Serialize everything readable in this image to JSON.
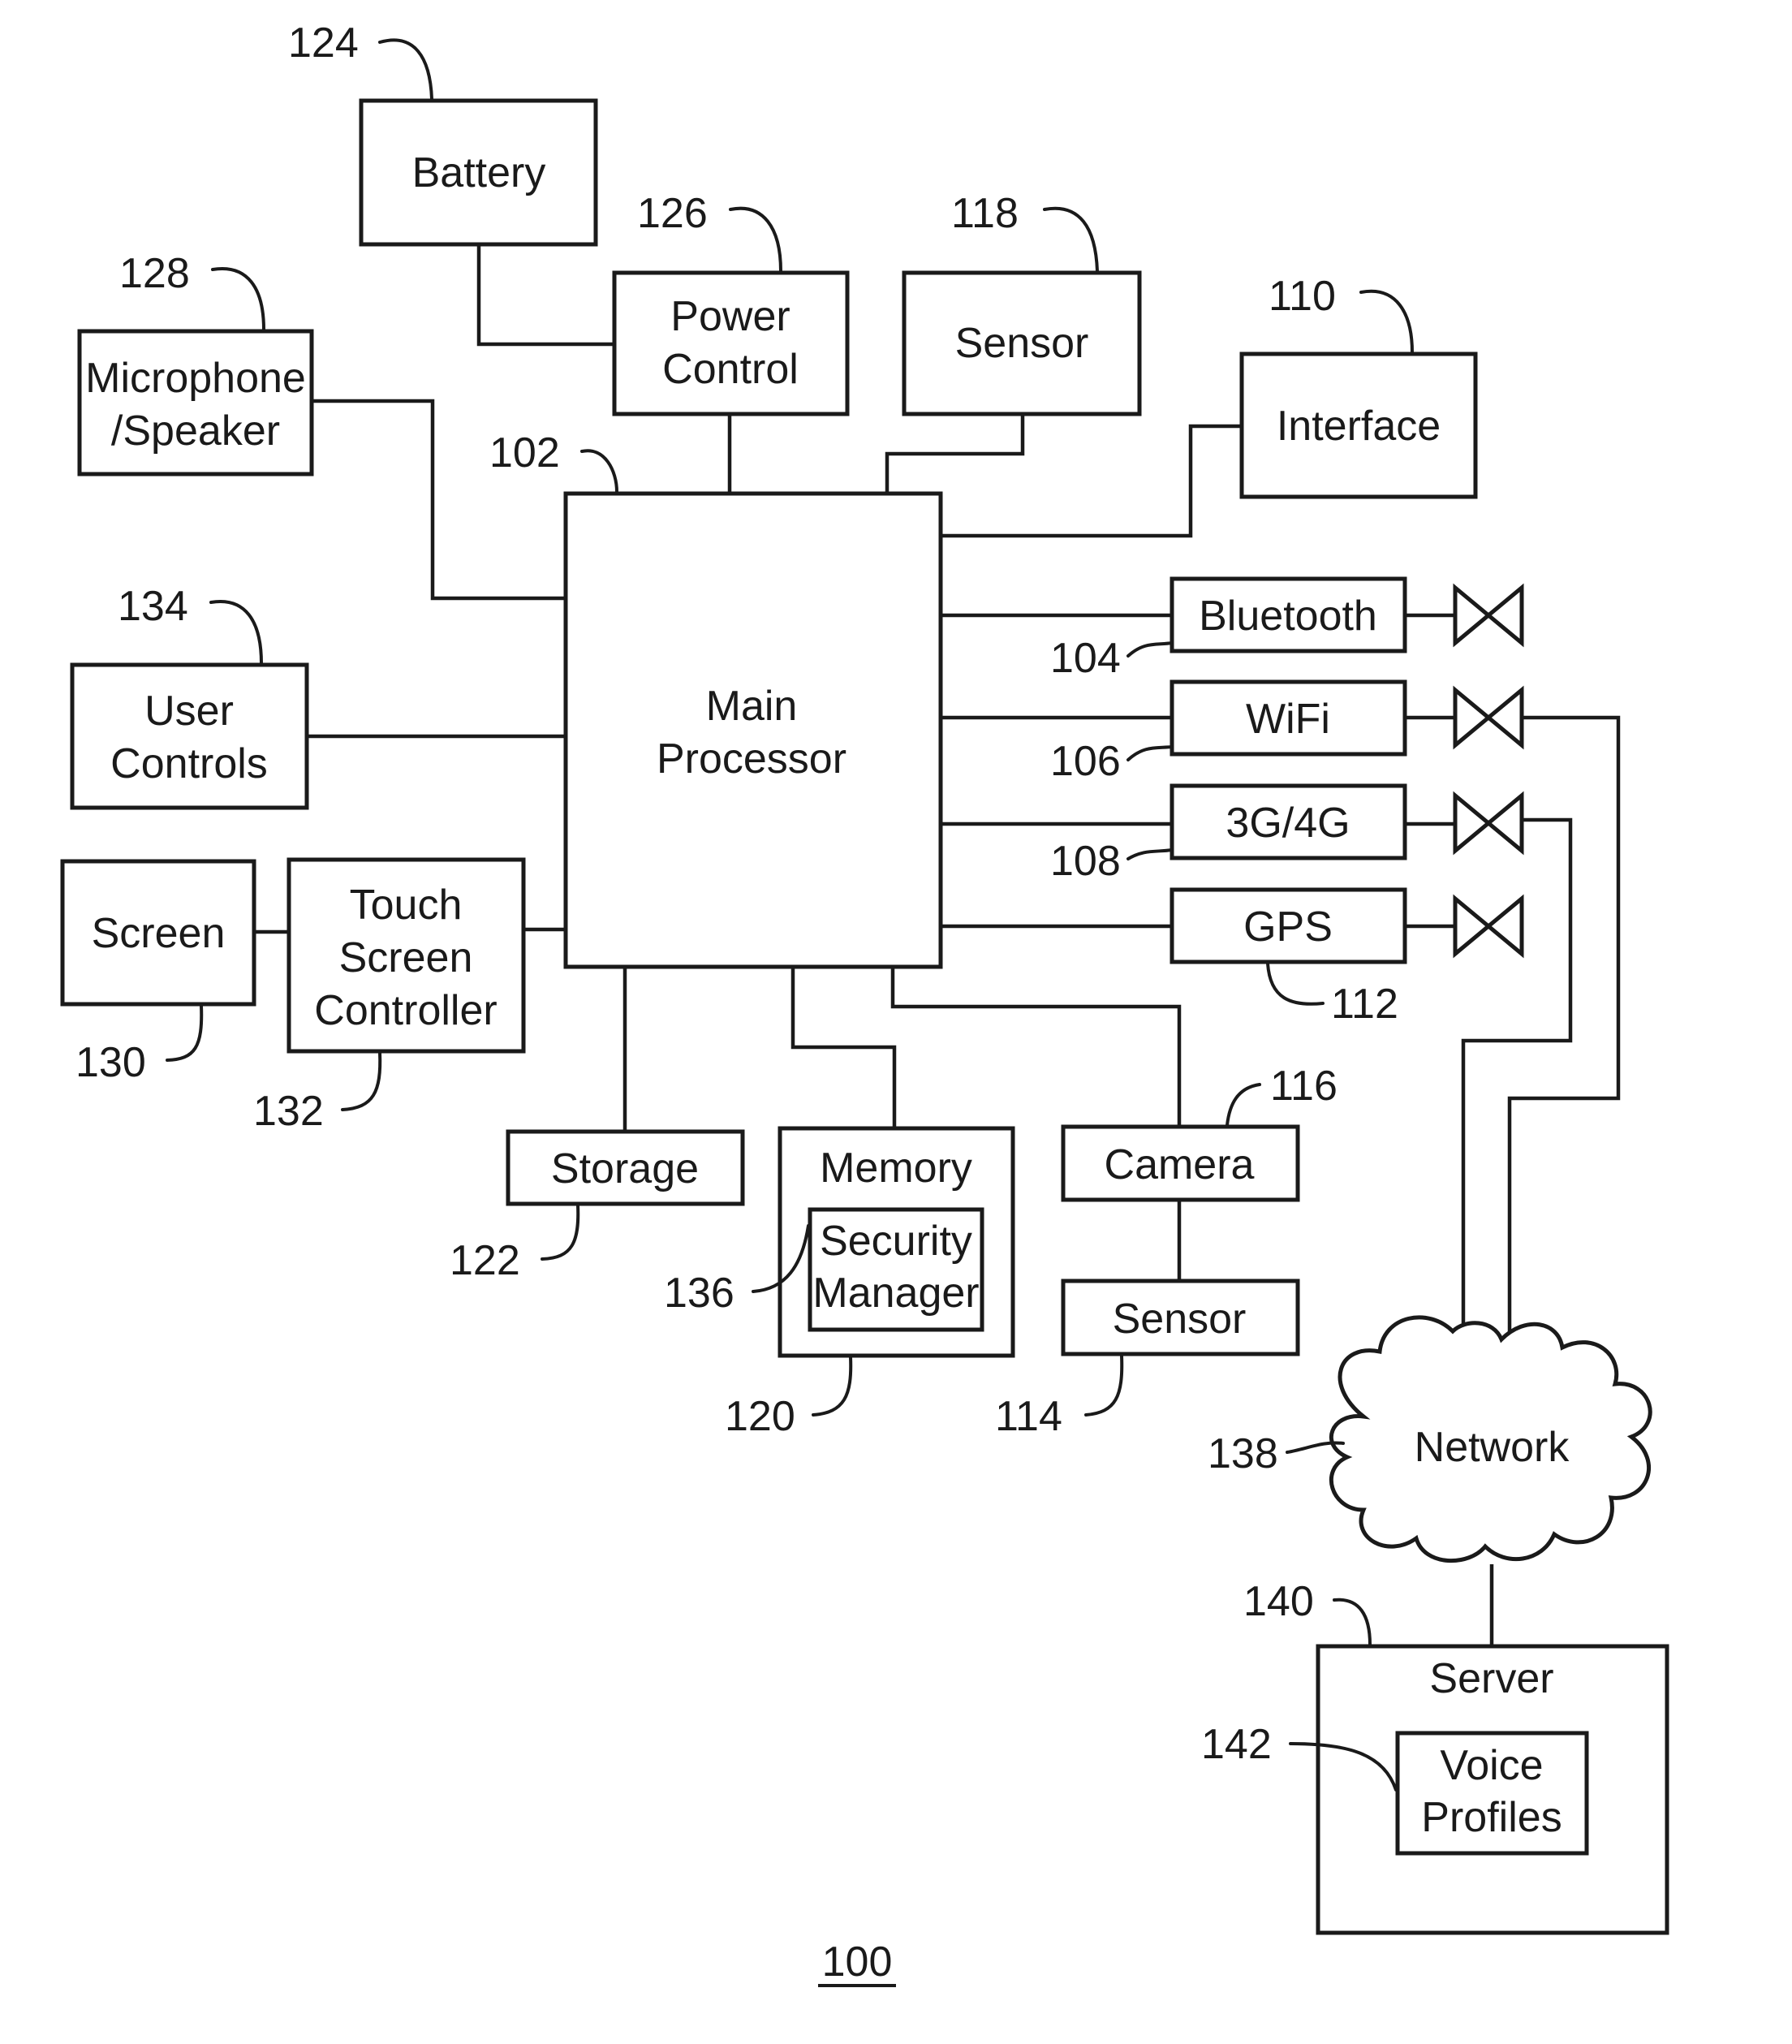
{
  "figure_number": "100",
  "components": {
    "battery": "Battery",
    "power_control": [
      "Power",
      "Control"
    ],
    "sensor_top": "Sensor",
    "interface": "Interface",
    "microphone_speaker": [
      "Microphone",
      "/Speaker"
    ],
    "main_processor": [
      "Main",
      "Processor"
    ],
    "bluetooth": "Bluetooth",
    "wifi": "WiFi",
    "cellular": "3G/4G",
    "gps": "GPS",
    "user_controls": [
      "User",
      "Controls"
    ],
    "screen": "Screen",
    "touch_screen_controller": [
      "Touch",
      "Screen",
      "Controller"
    ],
    "storage": "Storage",
    "memory": "Memory",
    "security_manager": [
      "Security",
      "Manager"
    ],
    "camera": "Camera",
    "sensor_bottom": "Sensor",
    "network": "Network",
    "server": "Server",
    "voice_profiles": [
      "Voice",
      "Profiles"
    ]
  },
  "reference_numerals": {
    "main_processor": "102",
    "bluetooth": "104",
    "wifi": "106",
    "cellular": "108",
    "interface": "110",
    "gps": "112",
    "sensor_bottom": "114",
    "camera": "116",
    "sensor_top": "118",
    "memory": "120",
    "storage": "122",
    "battery": "124",
    "power_control": "126",
    "microphone_speaker": "128",
    "screen": "130",
    "touch_screen_controller": "132",
    "user_controls": "134",
    "security_manager": "136",
    "network": "138",
    "server": "140",
    "voice_profiles": "142"
  }
}
